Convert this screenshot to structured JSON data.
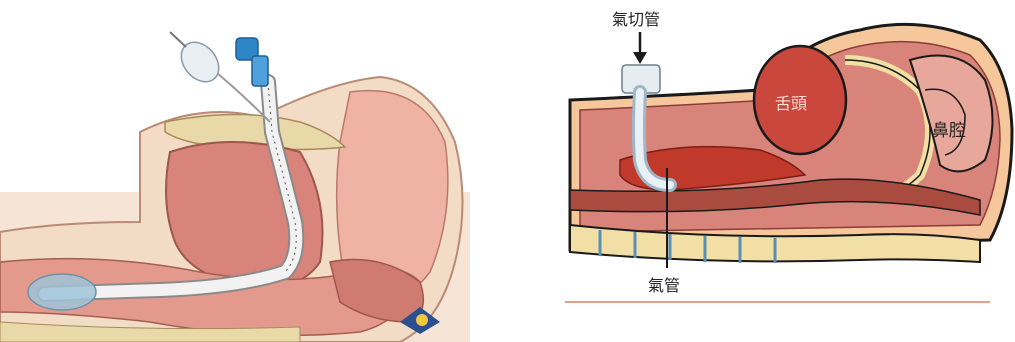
{
  "left_illustration": {
    "colors": {
      "tissue": "#d9847a",
      "tissue_light": "#efb3a3",
      "skin": "#f3dcc6",
      "bone": "#e9d8a8",
      "tube": "#f2f2f2",
      "connector": "#2e86c9",
      "cuff": "#9fc3d8"
    }
  },
  "right_illustration": {
    "labels": {
      "tracheostomy_tube": "氣切管",
      "tongue": "舌頭",
      "nasal_cavity": "鼻腔",
      "trachea": "氣管"
    },
    "colors": {
      "tongue": "#c9473c",
      "tissue": "#d9847a",
      "skin": "#f5c79b",
      "spine": "#f1dfa6",
      "outline": "#1a1a1a",
      "baseline": "#e2a08a"
    }
  }
}
